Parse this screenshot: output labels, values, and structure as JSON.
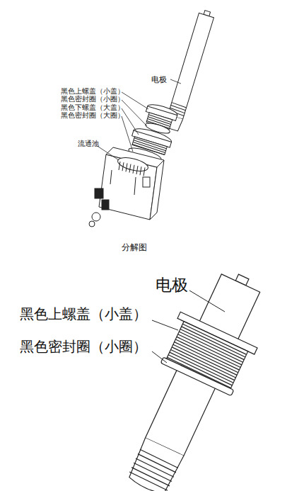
{
  "diagram": {
    "labels": [
      "电极",
      "黑色上螺盖（小盖）",
      "黑色密封圈（小圈）",
      "黑色下螺盖（大盖）",
      "黑色密封圈（大圈）",
      "流通池",
      "分解图",
      "电极",
      "黑色上螺盖（小盖）",
      "黑色密封圈（小圈）"
    ]
  }
}
